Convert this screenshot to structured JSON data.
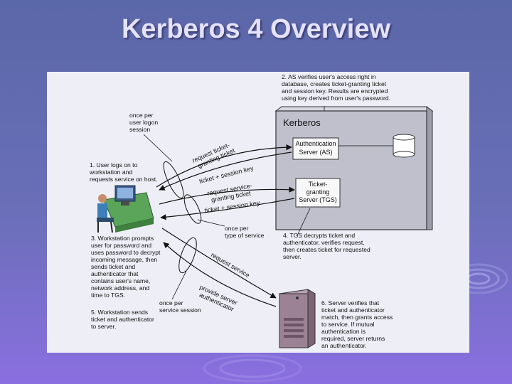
{
  "slide": {
    "title": "Kerberos 4 Overview"
  },
  "diagram": {
    "kerberos_label": "Kerberos",
    "as_box": [
      "Authentication",
      "Server (AS)"
    ],
    "tgs_box": [
      "Ticket-",
      "granting",
      "Server (TGS)"
    ],
    "notes": {
      "once_per_logon": [
        "once per",
        "user logon",
        "session"
      ],
      "step1": [
        "1. User logs on to",
        "workstation and",
        "requests service on host."
      ],
      "step2": [
        "2. AS verifies user's access right in",
        "database, creates ticket-granting ticket",
        "and session key. Results are encrypted",
        "using key derived from user's password."
      ],
      "step3": [
        "3. Workstation prompts",
        "user for password and",
        "uses password to decrypt",
        "incoming message, then",
        "sends ticket and",
        "authenticator that",
        "contains user's name,",
        "network address, and",
        "time to TGS."
      ],
      "step4": [
        "4. TGS decrypts ticket and",
        "authenticator, verifies request,",
        "then creates ticket for requested",
        "server."
      ],
      "step5": [
        "5. Workstation sends",
        "ticket and authenticator",
        "to server."
      ],
      "step6": [
        "6. Server verifies that",
        "ticket and authenticator",
        "match, then grants access",
        "to service. If mutual",
        "authentication is",
        "required, server returns",
        "an authenticator."
      ],
      "once_per_type": [
        "once per",
        "type of service"
      ],
      "once_per_service": [
        "once per",
        "service session"
      ]
    },
    "arrow_labels": {
      "request_tgt": [
        "request ticket-",
        "granting ticket"
      ],
      "ticket_session_key_1": "ticket + session key",
      "request_service_granting": [
        "request service-",
        "granting ticket"
      ],
      "ticket_session_key_2": "ticket + session key",
      "request_service": "request service",
      "provide_authenticator": [
        "provide server",
        "authenticator"
      ]
    }
  },
  "colors": {
    "background_top": "#5a67a8",
    "background_bottom": "#8a6fe0",
    "title_text": "#e4e2ff",
    "diagram_bg": "#eeeef6",
    "kerberos_box": "#bfc0cc",
    "workstation_green": "#5aa55a",
    "server_tower": "#9b8294"
  }
}
